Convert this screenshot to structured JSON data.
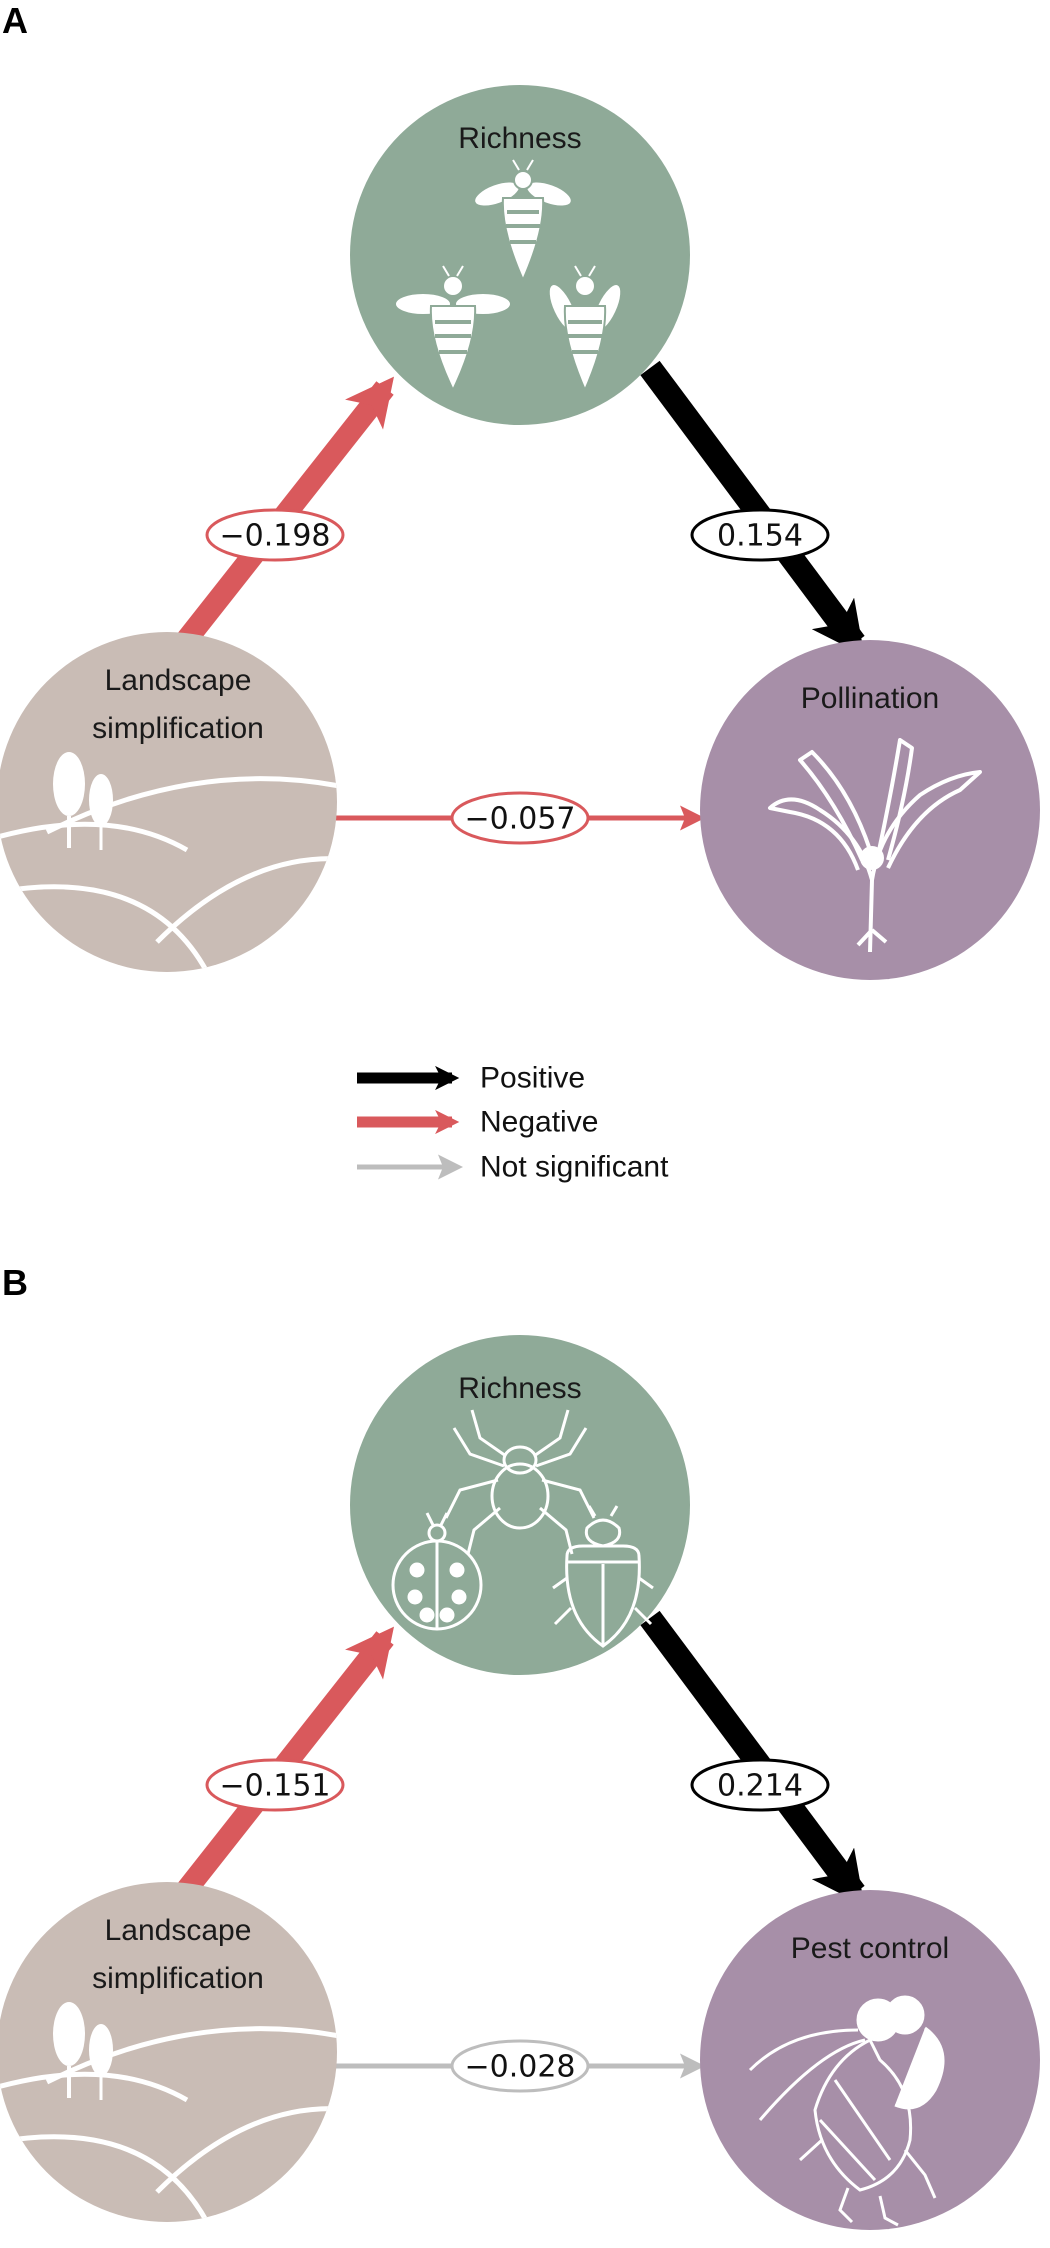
{
  "colors": {
    "positive": "#000000",
    "negative": "#d9595c",
    "not_significant": "#bdbdbd",
    "richness_node": "#8faa98",
    "landscape_node": "#c9bcb5",
    "service_node": "#a78fa8"
  },
  "legend": {
    "positive": "Positive",
    "negative": "Negative",
    "not_significant": "Not significant"
  },
  "panels": [
    {
      "letter": "A",
      "richness": {
        "label": "Richness",
        "icon": "bees-icon"
      },
      "landscape": {
        "label_line1": "Landscape",
        "label_line2": "simplification",
        "icon": "landscape-icon"
      },
      "service": {
        "label": "Pollination",
        "icon": "flower-icon"
      },
      "edges": {
        "landscape_to_richness": {
          "value": "−0.198",
          "sign": "negative"
        },
        "richness_to_service": {
          "value": "0.154",
          "sign": "positive"
        },
        "landscape_to_service": {
          "value": "−0.057",
          "sign": "negative"
        }
      }
    },
    {
      "letter": "B",
      "richness": {
        "label": "Richness",
        "icon": "predators-icon"
      },
      "landscape": {
        "label_line1": "Landscape",
        "label_line2": "simplification",
        "icon": "landscape-icon"
      },
      "service": {
        "label": "Pest control",
        "icon": "aphid-icon"
      },
      "edges": {
        "landscape_to_richness": {
          "value": "−0.151",
          "sign": "negative"
        },
        "richness_to_service": {
          "value": "0.214",
          "sign": "positive"
        },
        "landscape_to_service": {
          "value": "−0.028",
          "sign": "not_significant"
        }
      }
    }
  ]
}
